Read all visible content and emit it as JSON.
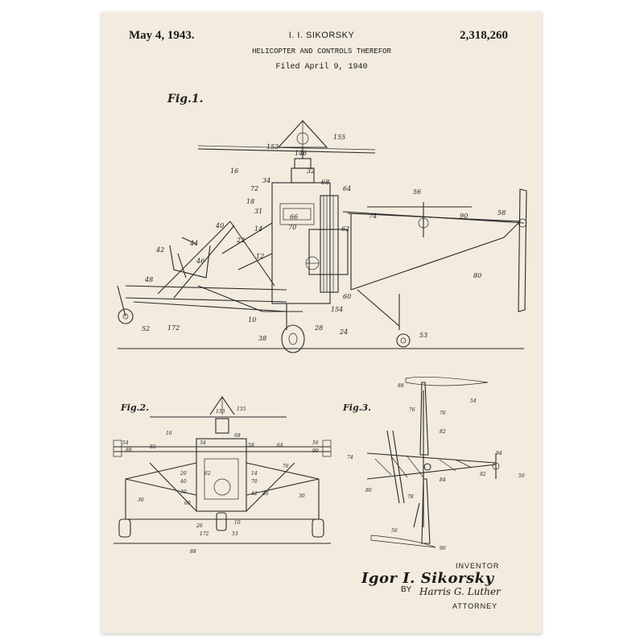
{
  "header": {
    "date": "May 4, 1943.",
    "inventor_short": "I. I. SIKORSKY",
    "patent_number": "2,318,260",
    "title": "HELICOPTER AND CONTROLS THEREFOR",
    "filed": "Filed April 9, 1940"
  },
  "figures": {
    "fig1": "Fig.1.",
    "fig2": "Fig.2.",
    "fig3": "Fig.3."
  },
  "fig1_refs": [
    "155",
    "153",
    "146",
    "16",
    "32",
    "34",
    "72",
    "68",
    "64",
    "18",
    "31",
    "56",
    "74",
    "90",
    "58",
    "14",
    "70",
    "22",
    "62",
    "40",
    "12",
    "42",
    "44",
    "46",
    "48",
    "80",
    "60",
    "154",
    "172",
    "10",
    "38",
    "28",
    "24",
    "52",
    "53",
    "66"
  ],
  "fig2_refs": [
    "153",
    "155",
    "16",
    "54",
    "88",
    "82",
    "34",
    "68",
    "58",
    "64",
    "56",
    "90",
    "76",
    "14",
    "70",
    "20",
    "62",
    "40",
    "30",
    "42",
    "46",
    "36",
    "60",
    "26",
    "172",
    "53",
    "10"
  ],
  "fig3_refs": [
    "88",
    "54",
    "76",
    "82",
    "74",
    "84",
    "94",
    "92",
    "50",
    "80",
    "78",
    "56",
    "90"
  ],
  "signature": {
    "inventor_label": "INVENTOR",
    "inventor_name": "Igor I. Sikorsky",
    "by_label": "BY",
    "attorney_name": "Harris G. Luther",
    "attorney_label": "ATTORNEY"
  },
  "colors": {
    "paper": "#f2ebde",
    "ink": "#2a2a2a",
    "background": "#ffffff"
  }
}
